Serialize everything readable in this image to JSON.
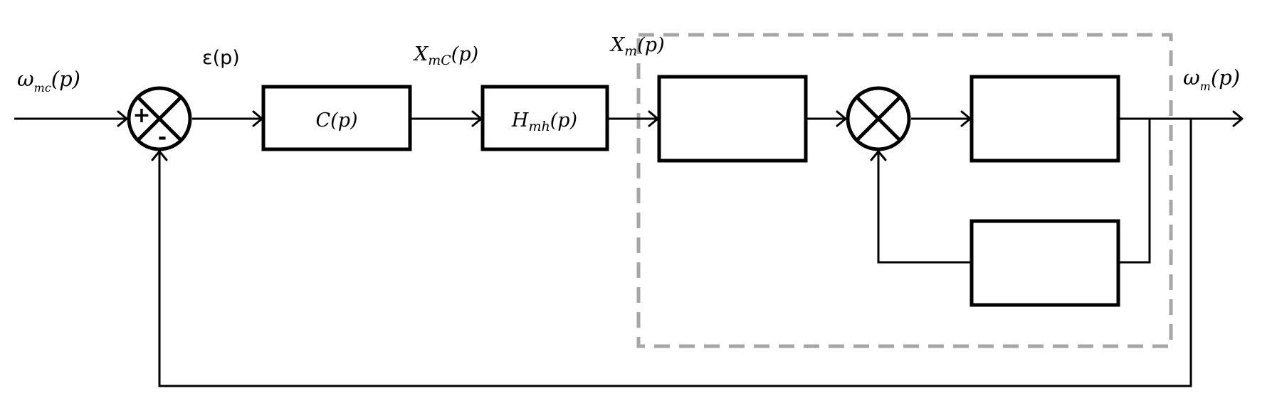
{
  "signals": {
    "input": {
      "base": "ω",
      "sub": "mc",
      "arg": "(p)"
    },
    "error": {
      "text": "ε(p)"
    },
    "controller_out": {
      "base": "X",
      "sub": "mC",
      "arg": "(p)"
    },
    "actuator_out": {
      "base": "X",
      "sub": "m",
      "arg": "(p)"
    },
    "output": {
      "base": "ω",
      "sub": "m",
      "arg": "(p)"
    }
  },
  "blocks": {
    "controller": {
      "base": "C",
      "sub": "",
      "arg": "(p)"
    },
    "actuator": {
      "base": "H",
      "sub": "mh",
      "arg": "(p)"
    },
    "plant_forward_1": {
      "label": ""
    },
    "plant_forward_2": {
      "label": ""
    },
    "plant_feedback": {
      "label": ""
    }
  },
  "summing_junction_main": {
    "plus": "+",
    "minus": "-"
  },
  "colors": {
    "line": "#000000",
    "dashed_boundary": "#a6a6a6"
  }
}
